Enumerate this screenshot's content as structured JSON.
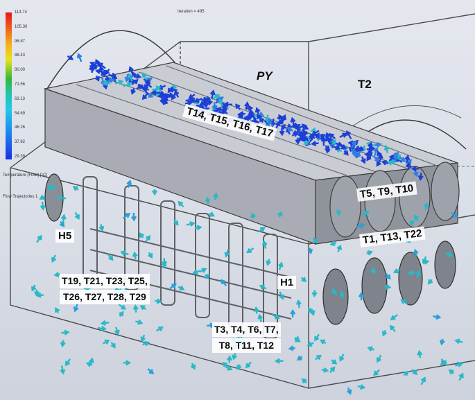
{
  "iteration_text": "Iteration = 495",
  "legend": {
    "ticks": [
      "113.74",
      "105.30",
      "96.87",
      "88.43",
      "80.00",
      "71.56",
      "63.13",
      "54.69",
      "46.26",
      "37.82",
      "29.39"
    ],
    "title": "Temperature (Fluid) [°C]",
    "trajectory_label": "Flow Trajectories 1"
  },
  "labels": {
    "py": "PY",
    "t2": "T2",
    "top_group": "T14, T15, T16, T17",
    "right_upper": "T5, T9, T10",
    "right_lower": "T1, T13, T22",
    "h5": "H5",
    "h1": "H1",
    "left_group_line1": "T19, T21, T23, T25,",
    "left_group_line2": "T26, T27, T28, T29",
    "mid_group_line1": "T3, T4, T6, T7,",
    "mid_group_line2": "T8, T11, T12"
  },
  "colors": {
    "arrow_hot": "#1c3fd6",
    "arrow_cool": "#2ab8c8"
  }
}
